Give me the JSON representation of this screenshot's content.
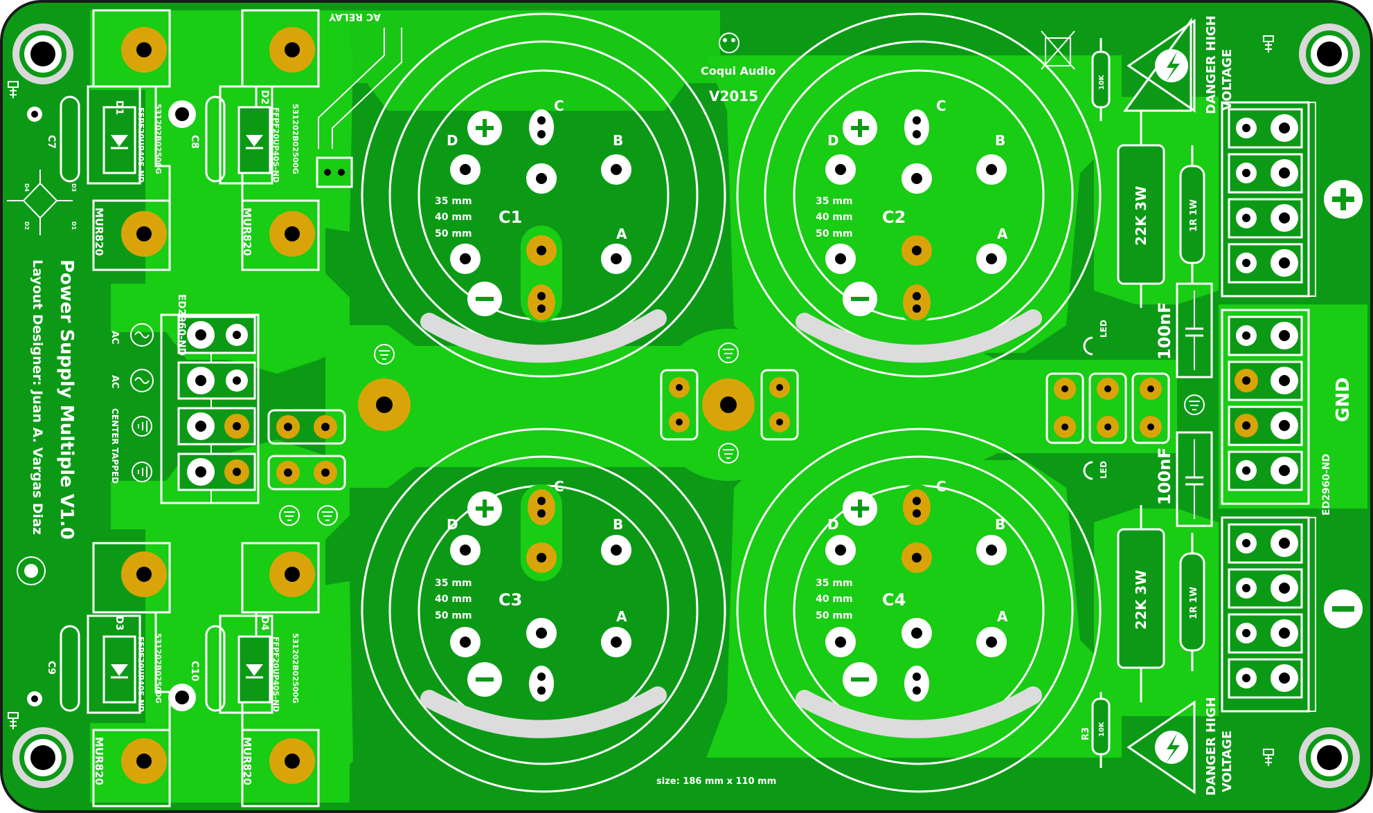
{
  "colors": {
    "board": "#0c9a16",
    "copper": "#19cc14",
    "pad_gold": "#d9a40a",
    "silk": "#ffffff",
    "outline": "#1a1a1a",
    "hole": "#000000"
  },
  "header": {
    "brand": "Coqui Audio",
    "version": "V2015",
    "relay_label": "AC RELAY"
  },
  "title": {
    "main": "Power Supply Multiple V1.0",
    "designer": "Layout Designer:  Juan A. Vargas Diaz"
  },
  "size_text": "size: 186  mm x 110 mm",
  "capacitors": [
    {
      "label": "C1",
      "pins": [
        "A",
        "B",
        "C",
        "D"
      ]
    },
    {
      "label": "C2",
      "pins": [
        "A",
        "B",
        "C",
        "D"
      ]
    },
    {
      "label": "C3",
      "pins": [
        "A",
        "B",
        "C",
        "D"
      ]
    },
    {
      "label": "C4",
      "pins": [
        "A",
        "B",
        "C",
        "D"
      ]
    }
  ],
  "cap_sizes": [
    "35 mm",
    "40 mm",
    "50 mm"
  ],
  "diodes": [
    {
      "ref": "D1",
      "part": "FFPF20UP40S-ND",
      "cap": "C7",
      "heatsink": "531202B02500G",
      "rect": "MUR820"
    },
    {
      "ref": "D2",
      "part": "FFPF20UP40S-ND",
      "cap": "C8",
      "heatsink": "531202B02500G",
      "rect": "MUR820"
    },
    {
      "ref": "D3",
      "part": "FFPF20UP40S-ND",
      "cap": "C9",
      "heatsink": "531202B02500G",
      "rect": "MUR820"
    },
    {
      "ref": "D4",
      "part": "FFPF20UP40S-ND",
      "cap": "C10",
      "heatsink": "531202B02500G",
      "rect": "MUR820"
    }
  ],
  "input_terminal": {
    "part": "ED2960-ND",
    "labels": [
      "AC",
      "AC",
      "CENTER TAPPED"
    ]
  },
  "output_terminal": {
    "part": "ED2960-ND",
    "gnd": "GND",
    "plus": "+",
    "minus": "−"
  },
  "resistors": {
    "big": "22K 3W",
    "small": "1R 1W",
    "bleed": "10K",
    "bleed_ref": "R3"
  },
  "caps_small": [
    "100nF",
    "100nF"
  ],
  "led_labels": [
    "LED",
    "LED"
  ],
  "warnings": {
    "line1": "DANGER HIGH",
    "line2": "VOLTAGE"
  },
  "bridge_labels": [
    "D4",
    "D3",
    "D2",
    "D1"
  ]
}
